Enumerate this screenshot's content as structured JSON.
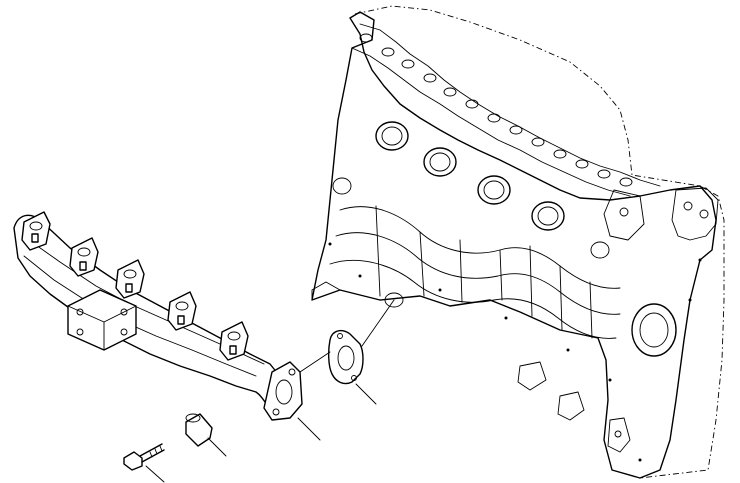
{
  "figure": {
    "kind": "exploded-parts-illustration",
    "parts": [
      {
        "id": "engine-block",
        "icon": "cylinder-block-drawing"
      },
      {
        "id": "exhaust-manifold",
        "icon": "manifold-drawing"
      },
      {
        "id": "gasket",
        "icon": "gasket-drawing"
      },
      {
        "id": "spacer-sleeve",
        "icon": "sleeve-drawing"
      },
      {
        "id": "mounting-bolt",
        "icon": "bolt-drawing"
      }
    ],
    "line_color": "#000000",
    "background": "#ffffff"
  }
}
